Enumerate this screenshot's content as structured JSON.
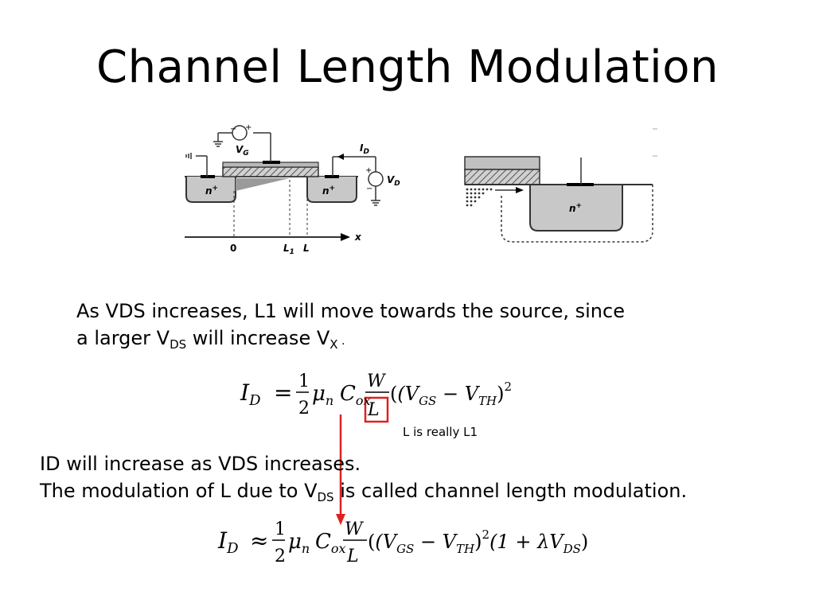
{
  "slide": {
    "title": "Channel Length Modulation",
    "paragraph1": {
      "line1": "As VDS increases, L1 will move towards the source, since",
      "line2_pre": "a larger V",
      "line2_sub1": "DS",
      "line2_mid": " will increase V",
      "line2_sub2": "X",
      "line2_end": " ."
    },
    "note": "L is really L1",
    "paragraph2": {
      "line1": "ID will increase as VDS increases.",
      "line2_pre": "The modulation of L due to V",
      "line2_sub": "DS",
      "line2_post": " is called channel length modulation."
    }
  },
  "figure_left": {
    "vg_label": "V",
    "vg_sub": "G",
    "id_label": "I",
    "id_sub": "D",
    "vd_label": "V",
    "vd_sub": "D",
    "nplus_left": "n",
    "nplus_right": "n",
    "plus_sign": "+",
    "x_label": "x",
    "tick_0": "0",
    "tick_l1": "L",
    "tick_l1_sub": "1",
    "tick_l": "L"
  },
  "figure_right": {
    "nplus": "n",
    "plus_sign": "+"
  },
  "equation1": {
    "lhs": "I",
    "lhs_sub": "D",
    "eq": "=",
    "half_num": "1",
    "half_den": "2",
    "mu": "μ",
    "mu_sub": "n",
    "c": "C",
    "c_sub": "ox",
    "w": "W",
    "l": "L",
    "rest": "(V",
    "gs": "GS",
    "minus": " − V",
    "th": "TH",
    "close": ")",
    "sq": "2"
  },
  "equation2": {
    "lhs": "I",
    "lhs_sub": "D",
    "approx": "≈",
    "half_num": "1",
    "half_den": "2",
    "mu": "μ",
    "mu_sub": "n",
    "c": "C",
    "c_sub": "ox",
    "w": "W",
    "l": "L",
    "rest": "(V",
    "gs": "GS",
    "minus": " − V",
    "th": "TH",
    "close": ")",
    "sq": "2",
    "tail": "(1 + λV",
    "ds": "DS",
    "tail_close": ")"
  },
  "colors": {
    "highlight": "#e02020",
    "nwell": "#c8c8c8",
    "gate": "#b8b8b8"
  }
}
